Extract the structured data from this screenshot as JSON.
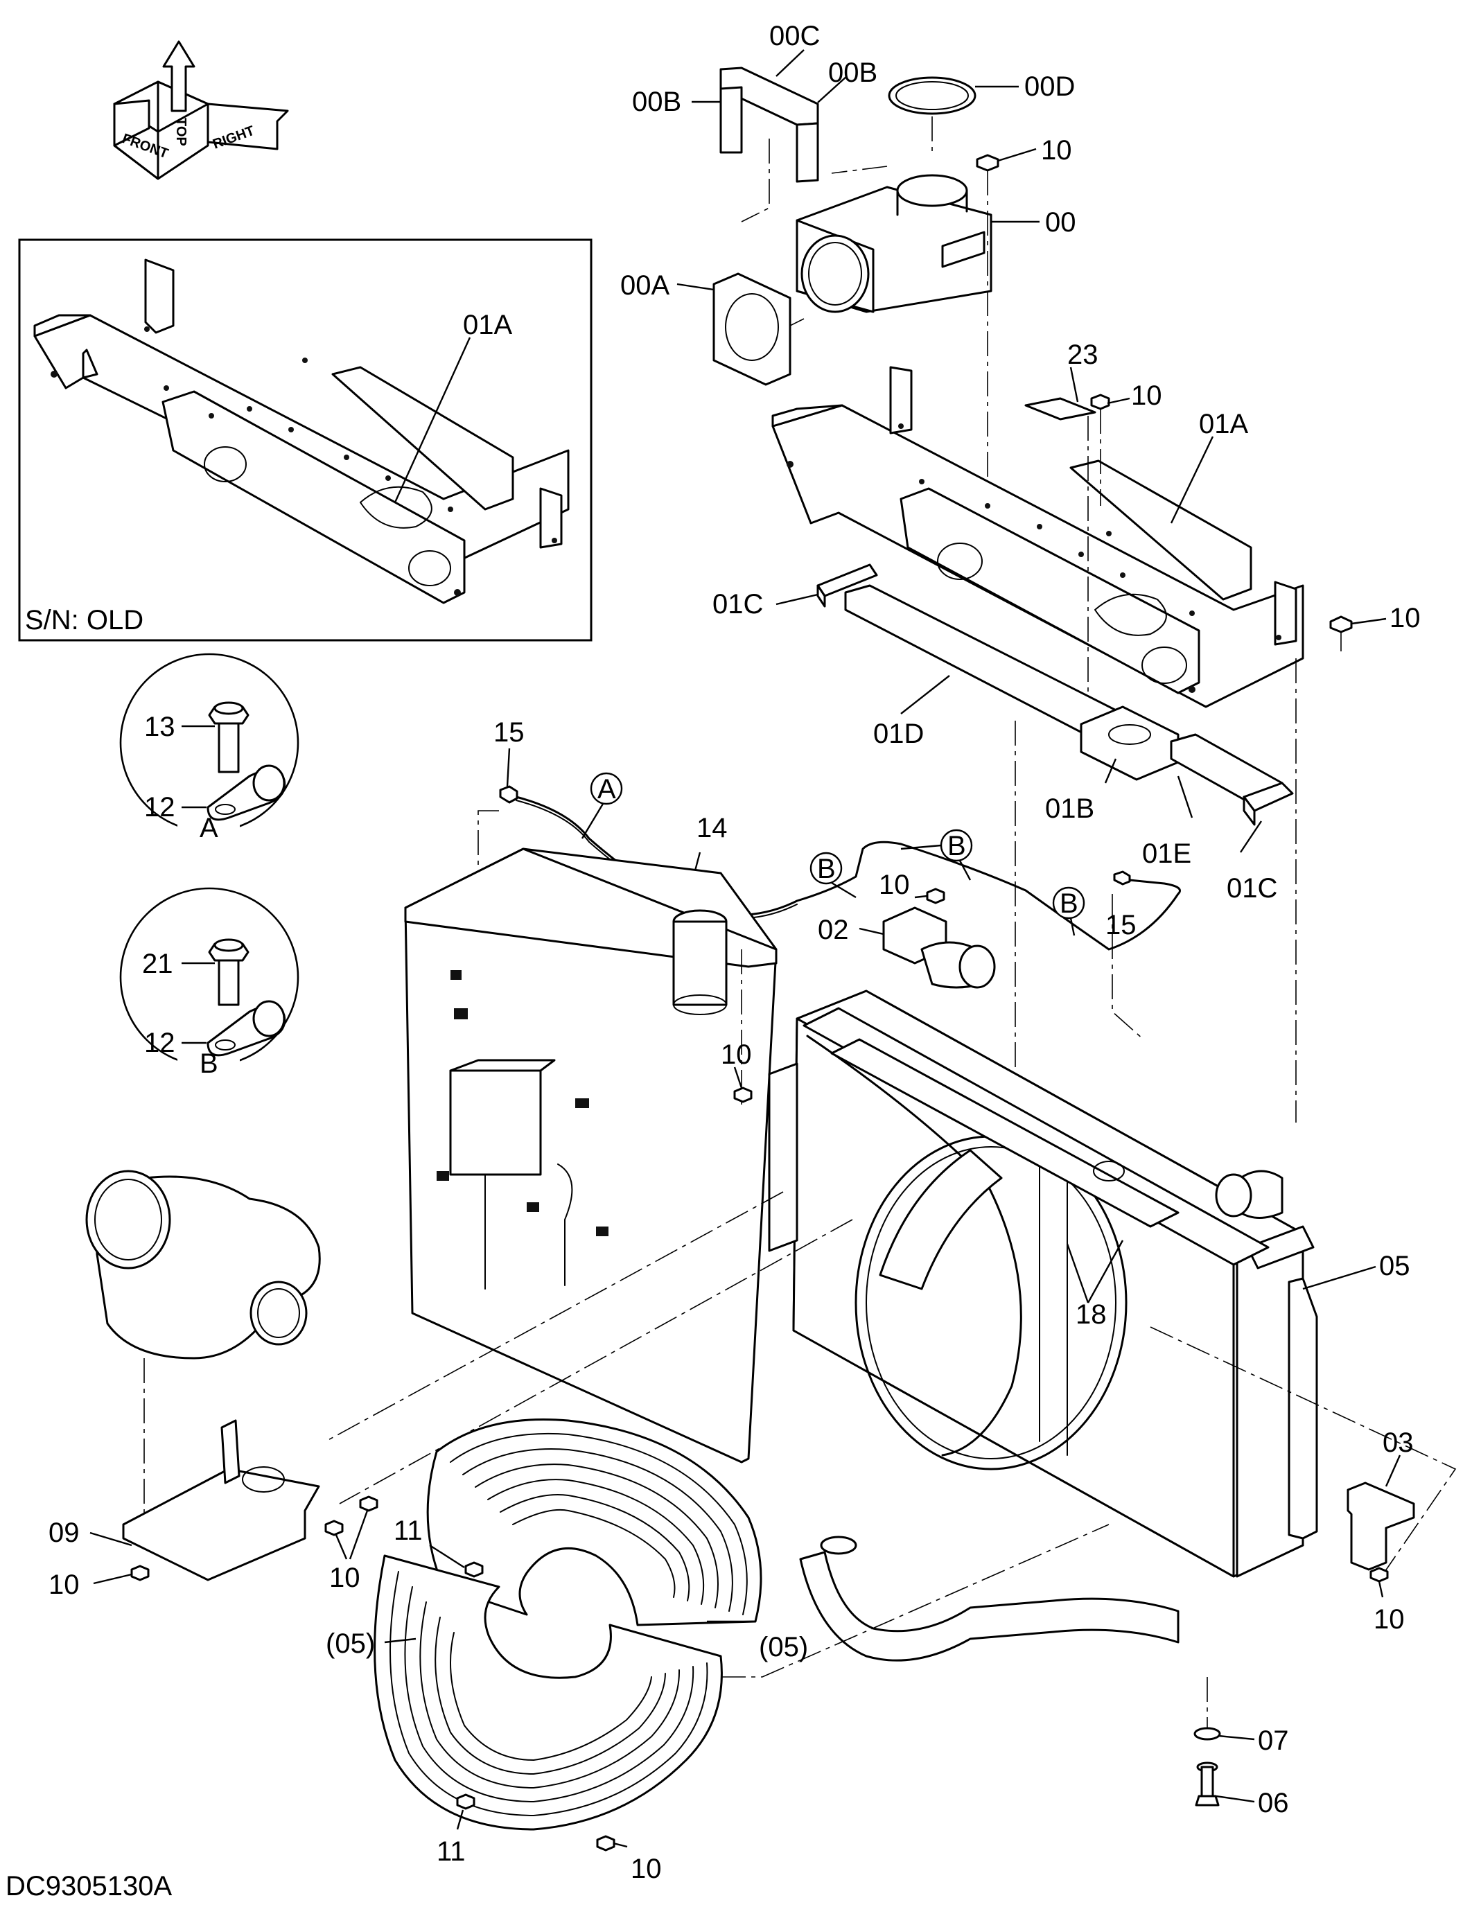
{
  "drawing_id": "DC9305130A",
  "inset_label": "S/N: OLD",
  "orientation": {
    "top": "TOP",
    "front": "FRONT",
    "right": "RIGHT"
  },
  "details": {
    "A": {
      "title": "A",
      "bolt": "13",
      "clamp": "12"
    },
    "B": {
      "title": "B",
      "bolt": "21",
      "clamp": "12"
    }
  },
  "callouts": {
    "c00": "00",
    "c00A": "00A",
    "c00B_left": "00B",
    "c00B_right": "00B",
    "c00C": "00C",
    "c00D": "00D",
    "c01A_inset": "01A",
    "c01A": "01A",
    "c01B": "01B",
    "c01C_left": "01C",
    "c01C_right": "01C",
    "c01D": "01D",
    "c01E": "01E",
    "c02": "02",
    "c03": "03",
    "c05": "05",
    "c05_upper": "(05)",
    "c05_lower": "(05)",
    "c06": "06",
    "c07": "07",
    "c09": "09",
    "c10_top": "10",
    "c10_01A": "10",
    "c10_right": "10",
    "c10_02": "10",
    "c10_mid": "10",
    "c10_03": "10",
    "c10_09a": "10",
    "c10_09b": "10",
    "c10_bottom": "10",
    "c11_upper": "11",
    "c11_lower": "11",
    "c14": "14",
    "c15_left": "15",
    "c15_right": "15",
    "c18": "18",
    "c23": "23",
    "tag_A": "A",
    "tag_B1": "B",
    "tag_B2": "B",
    "tag_B3": "B"
  }
}
